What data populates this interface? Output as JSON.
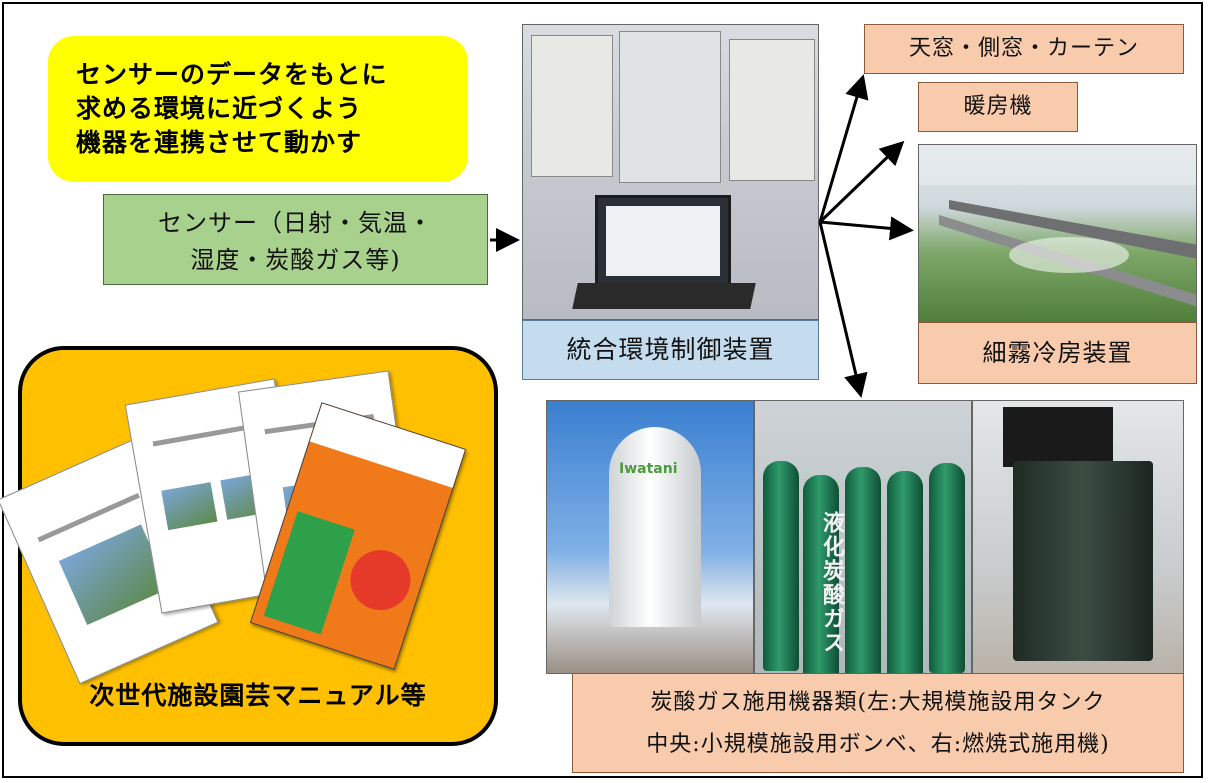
{
  "sensor_note": {
    "lines": [
      "センサーのデータをもとに",
      "求める環境に近づくよう",
      "機器を連携させて動かす"
    ]
  },
  "sensor_box": {
    "lines": [
      "センサー（日射・気温・",
      "湿度・炭酸ガス等)"
    ]
  },
  "controller": {
    "label": "統合環境制御装置"
  },
  "devices": {
    "windows_label": "天窓・側窓・カーテン",
    "heater_label": "暖房機",
    "mist_label": "細霧冷房装置",
    "co2_label_lines": [
      "炭酸ガス施用機器類(左:大規模施設用タンク",
      "中央:小規模施設用ボンベ、右:燃焼式施用機)"
    ]
  },
  "photos": {
    "tank_brand": "Iwatani",
    "cylinder_text": "液化炭酸ガス"
  },
  "manual": {
    "title": "次世代施設園芸マニュアル等"
  },
  "colors": {
    "yellow": "#ffff00",
    "sensor_green": "#a9d18e",
    "controller_blue": "#c5dcef",
    "device_peach": "#f8cbad",
    "manual_orange": "#ffc000"
  }
}
